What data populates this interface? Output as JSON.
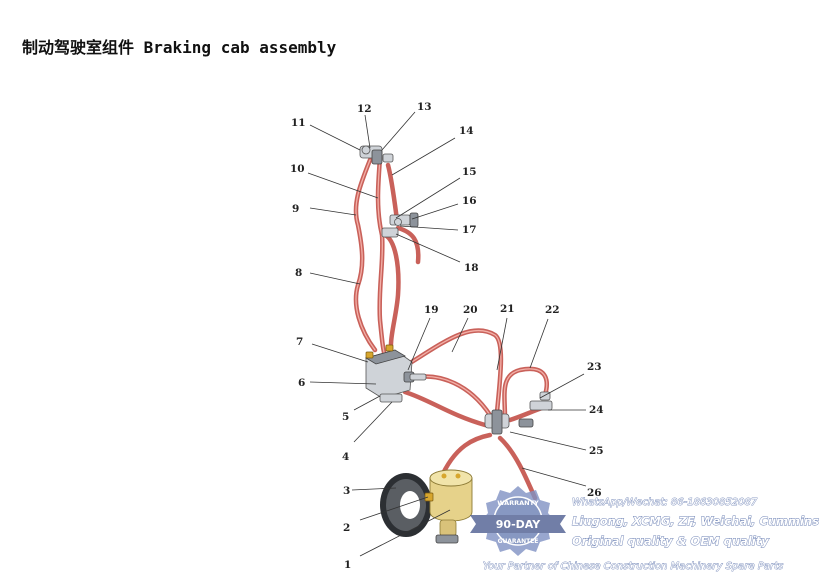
{
  "title": "制动驾驶室组件 Braking cab assembly",
  "callouts": [
    "1",
    "2",
    "3",
    "4",
    "5",
    "6",
    "7",
    "8",
    "9",
    "10",
    "11",
    "12",
    "13",
    "14",
    "15",
    "16",
    "17",
    "18",
    "19",
    "20",
    "21",
    "22",
    "23",
    "24",
    "25",
    "26"
  ],
  "watermark": {
    "badge_top": "WARRANTY",
    "badge_main": "90-DAY",
    "badge_bottom": "GUARANTEE",
    "lines": [
      "WhatsApp/Wechat: 86-18630852087",
      "Liugong, XCMG, ZF, Weichai, Cummins",
      "Original quality & OEM quality",
      "Your Partner of Chinese Construction Machinery Spare Parts"
    ]
  },
  "colors": {
    "hose": "#c9615a",
    "accumulator": "#e6d28a",
    "watermark": "#6a7fb3"
  }
}
